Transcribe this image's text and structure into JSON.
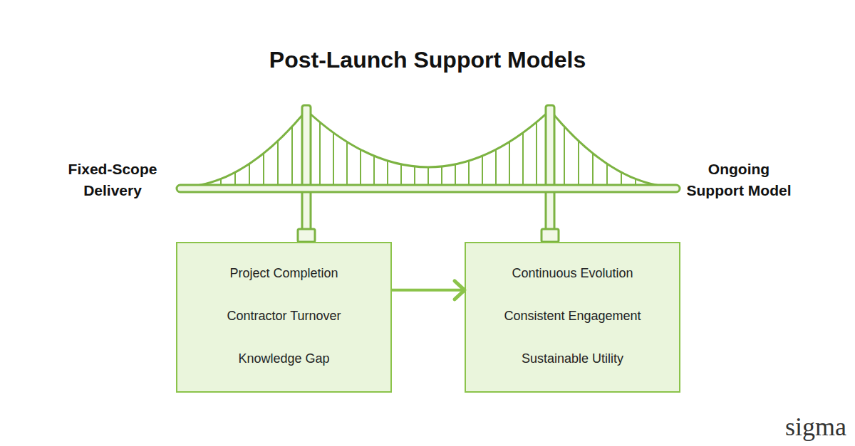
{
  "diagram": {
    "title": "Post-Launch Support Models",
    "nodes": [
      {
        "text": [
          "Project Completion",
          "Contractor Turnover",
          "Knowledge Gap"
        ]
      },
      {
        "text": [
          "Continuous Evolution",
          "Consistent Engagement",
          "Sustainable Utility"
        ]
      }
    ],
    "edges": [
      {
        "from": 0,
        "to": 1,
        "arrow": "to"
      }
    ],
    "labels": [
      "Fixed-Scope Delivery",
      "Ongoing Support Model",
      "sigma"
    ]
  }
}
